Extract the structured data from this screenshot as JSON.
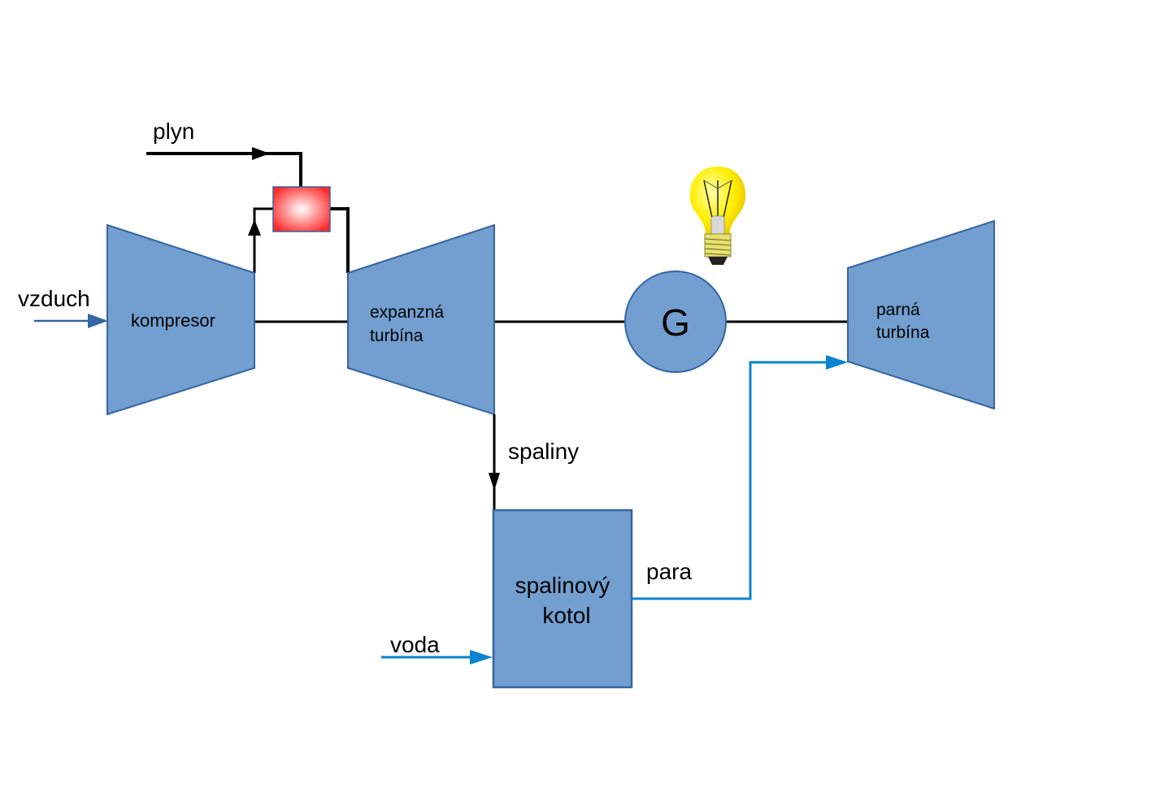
{
  "diagram": {
    "type": "combined-cycle-power-plant",
    "colors": {
      "component_fill": "#729fcf",
      "component_stroke": "#3465a4",
      "line_black": "#000000",
      "line_blue": "#0a84d0",
      "combustor_fill": "#ff2a2a",
      "bulb_yellow": "#ffee00"
    },
    "labels": {
      "gas": "plyn",
      "air": "vzduch",
      "compressor": "kompresor",
      "expansion_turbine_line1": "expanzná",
      "expansion_turbine_line2": "turbína",
      "generator": "G",
      "steam_turbine_line1": "parná",
      "steam_turbine_line2": "turbína",
      "flue_gas": "spaliny",
      "boiler_line1": "spalinový",
      "boiler_line2": "kotol",
      "steam": "para",
      "water": "voda"
    },
    "icons": {
      "combustor": "combustion-chamber-icon",
      "bulb": "light-bulb-icon"
    }
  }
}
